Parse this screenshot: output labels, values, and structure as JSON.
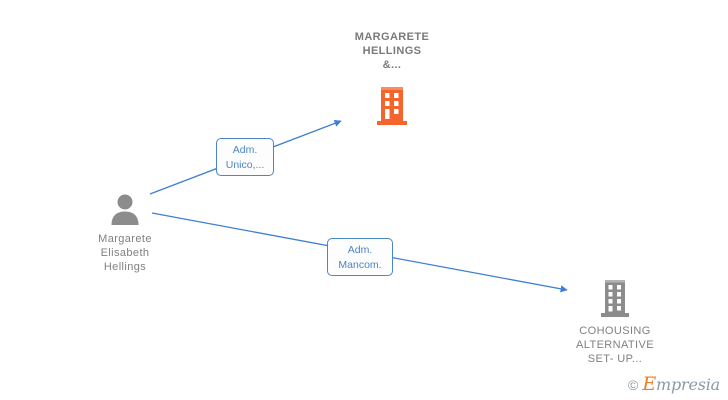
{
  "diagram": {
    "title_node": {
      "label": "MARGARETE\nHELLINGS\n&...",
      "icon": "building-icon",
      "color": "#f4642d"
    },
    "person_node": {
      "label": "Margarete\nElisabeth\nHellings",
      "icon": "person-icon",
      "color": "#808080"
    },
    "company_node": {
      "label": "COHOUSING\nALTERNATIVE\nSET- UP...",
      "icon": "building-icon",
      "color": "#808080"
    },
    "edges": [
      {
        "label": "Adm.\nUnico,...",
        "from": "person_node",
        "to": "title_node",
        "color": "#3d7fd6"
      },
      {
        "label": "Adm.\nMancom.",
        "from": "person_node",
        "to": "company_node",
        "color": "#3d7fd6"
      }
    ]
  },
  "watermark": {
    "copyright": "©",
    "brand_initial": "E",
    "brand_rest": "mpresia"
  }
}
